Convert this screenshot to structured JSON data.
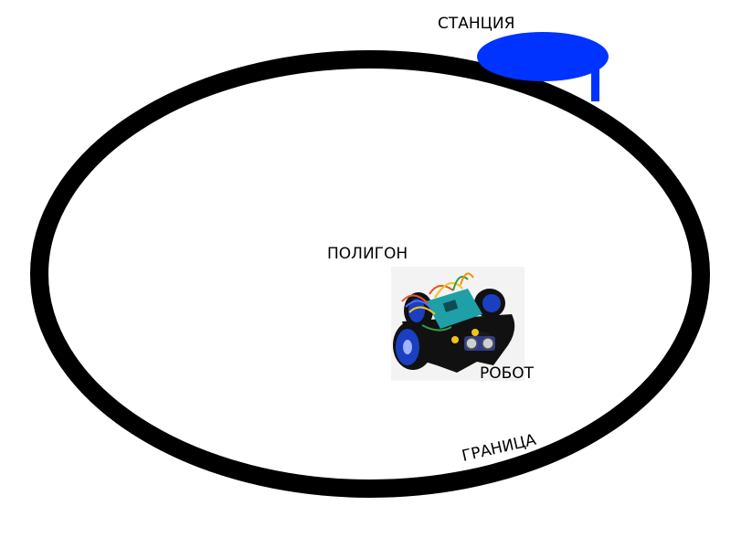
{
  "labels": {
    "station": "СТАНЦИЯ",
    "polygon": "ПОЛИГОН",
    "robot": "РОБОТ",
    "boundary": "ГРАНИЦА"
  },
  "icons": {
    "station": "station-table-icon",
    "robot": "robot-car-icon"
  },
  "colors": {
    "boundary": "#000000",
    "station": "#0033ff",
    "robot_wheel": "#1a3fc0",
    "robot_board": "#1fa0a8",
    "robot_chassis": "#111111"
  }
}
